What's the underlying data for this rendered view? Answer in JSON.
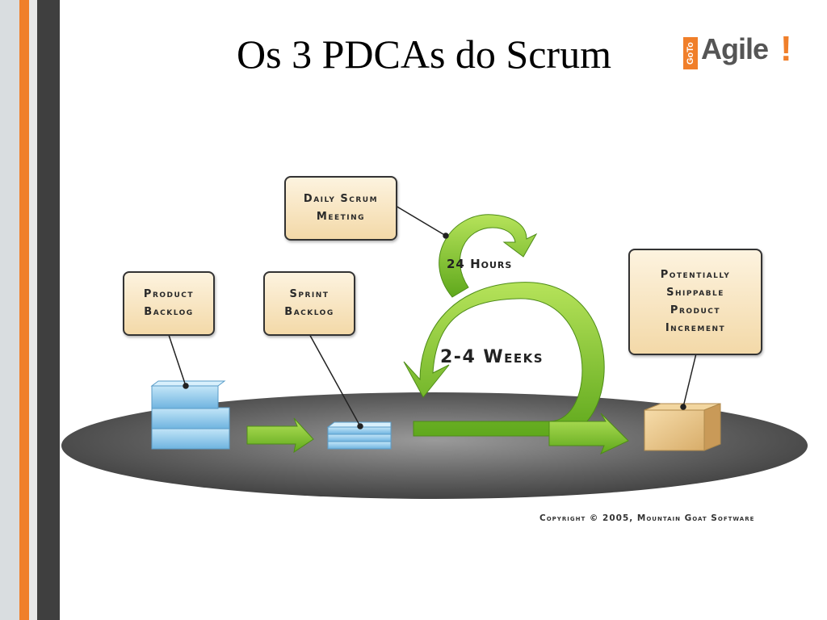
{
  "slide": {
    "title": "Os 3 PDCAs do Scrum"
  },
  "logo": {
    "goto": "GoTo",
    "word": "Agile",
    "bang": "!"
  },
  "diagram": {
    "product_backlog": "Product\nBacklog",
    "sprint_backlog": "Sprint\nBacklog",
    "daily_scrum": "Daily Scrum\nMeeting",
    "increment": "Potentially\nShippable\nProduct\nIncrement",
    "hours_label": "24 Hours",
    "weeks_label": "2-4 Weeks",
    "copyright": "Copyright © 2005, Mountain Goat Software"
  },
  "colors": {
    "accent_orange": "#f07f2a",
    "arrow_green": "#7cc22e",
    "backlog_blue": "#8ec8ea",
    "box_beige": "#f3d9a8"
  }
}
